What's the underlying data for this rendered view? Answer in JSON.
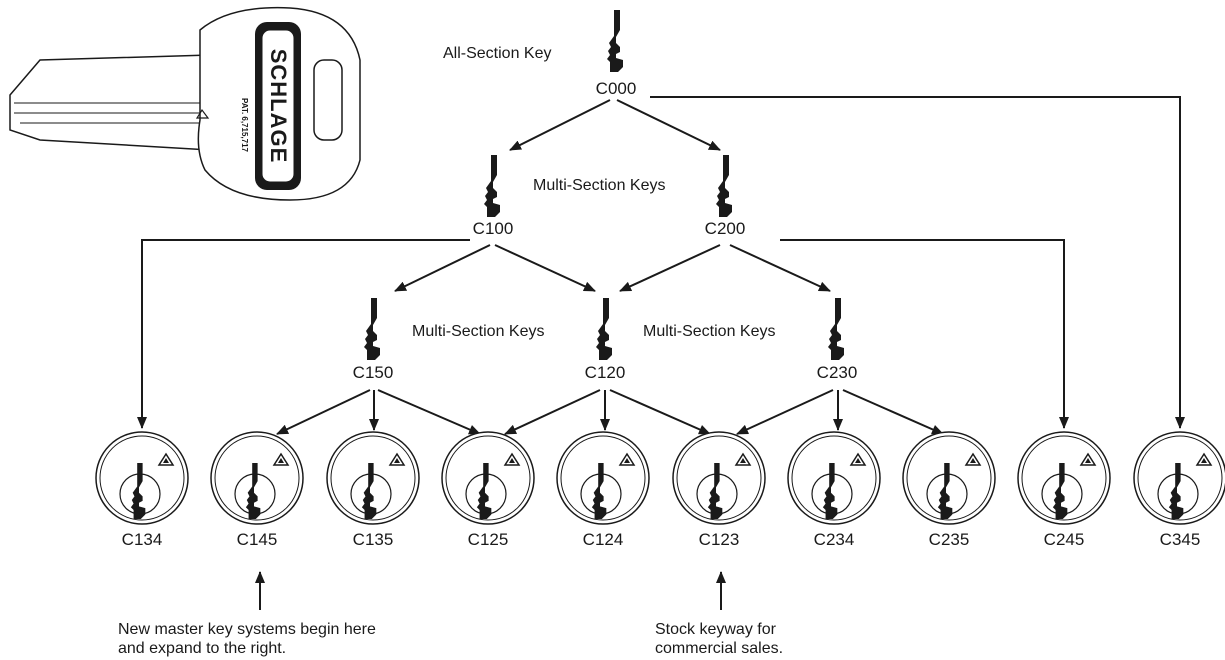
{
  "labels": {
    "all_section": "All-Section Key",
    "multi_section_top": "Multi-Section Keys",
    "multi_section_left": "Multi-Section Keys",
    "multi_section_right": "Multi-Section Keys"
  },
  "logo": {
    "brand": "SCHLAGE",
    "patent": "PAT. 6,715,717"
  },
  "keys": {
    "c000": "C000",
    "c100": "C100",
    "c200": "C200",
    "c150": "C150",
    "c120": "C120",
    "c230": "C230"
  },
  "cylinders": [
    "C134",
    "C145",
    "C135",
    "C125",
    "C124",
    "C123",
    "C234",
    "C235",
    "C245",
    "C345"
  ],
  "notes": {
    "new_systems": [
      "New master key systems begin here",
      "and expand to the right."
    ],
    "stock_keyway": [
      "Stock keyway for",
      "commercial sales."
    ]
  },
  "colors": {
    "ink": "#1a1a1a",
    "background": "#ffffff"
  }
}
